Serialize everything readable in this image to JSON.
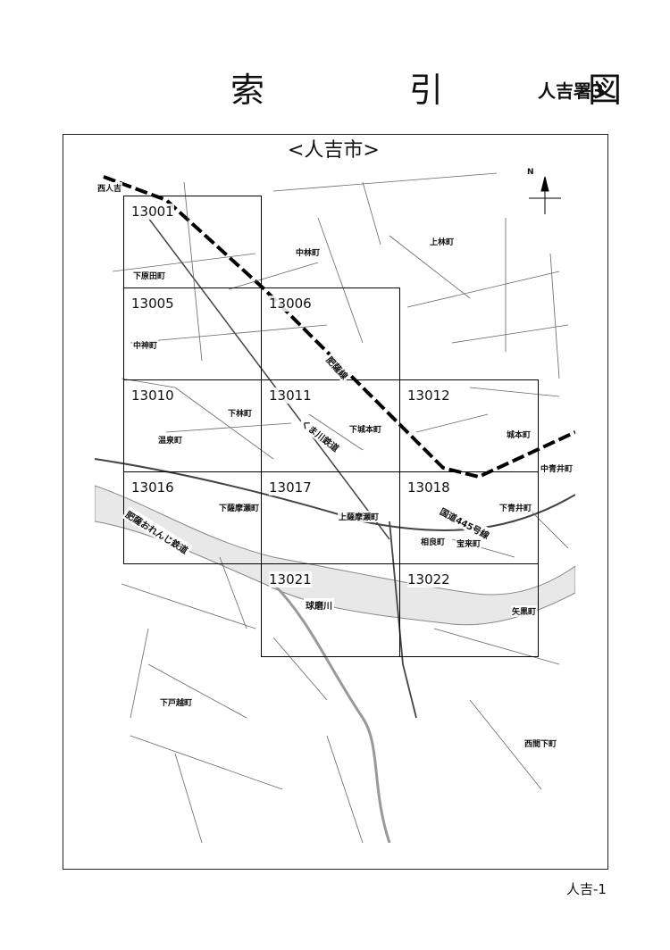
{
  "header": {
    "title": "索　引　図",
    "station": "人吉署3"
  },
  "frame": {
    "city": "<人吉市>"
  },
  "grid": [
    "13001",
    "13005",
    "13006",
    "13010",
    "13011",
    "13012",
    "13016",
    "13017",
    "13018",
    "13021",
    "13022"
  ],
  "towns": {
    "nishi_hitoyoshi": "西人吉",
    "shimohara_ta": "下原田町",
    "nakabayashi": "中林町",
    "kamibayashi": "上林町",
    "nakagami": "中神町",
    "shimobayashi": "下林町",
    "onsen": "温泉町",
    "shimojoumoto": "下城本町",
    "joumoto": "城本町",
    "naka_aoi": "中青井町",
    "shimosatsuma_se": "下薩摩瀬町",
    "kamisatsuma_se": "上薩摩瀬町",
    "shimo_aoi": "下青井町",
    "aioi": "相良町",
    "houraichou": "宝来町",
    "yabata": "矢黒町",
    "shimo_kirigoe": "下戸越町",
    "nishima_shimo": "西間下町"
  },
  "roads": {
    "hisatsu_line": "肥薩線",
    "kumagawa_rail": "くま川鉄道",
    "route445": "国道445号線",
    "kuma_river": "球磨川",
    "hisatsu_ore": "肥薩おれんじ鉄道"
  },
  "compass": {
    "north": "N"
  },
  "footer": {
    "page_label": "人吉-1"
  }
}
